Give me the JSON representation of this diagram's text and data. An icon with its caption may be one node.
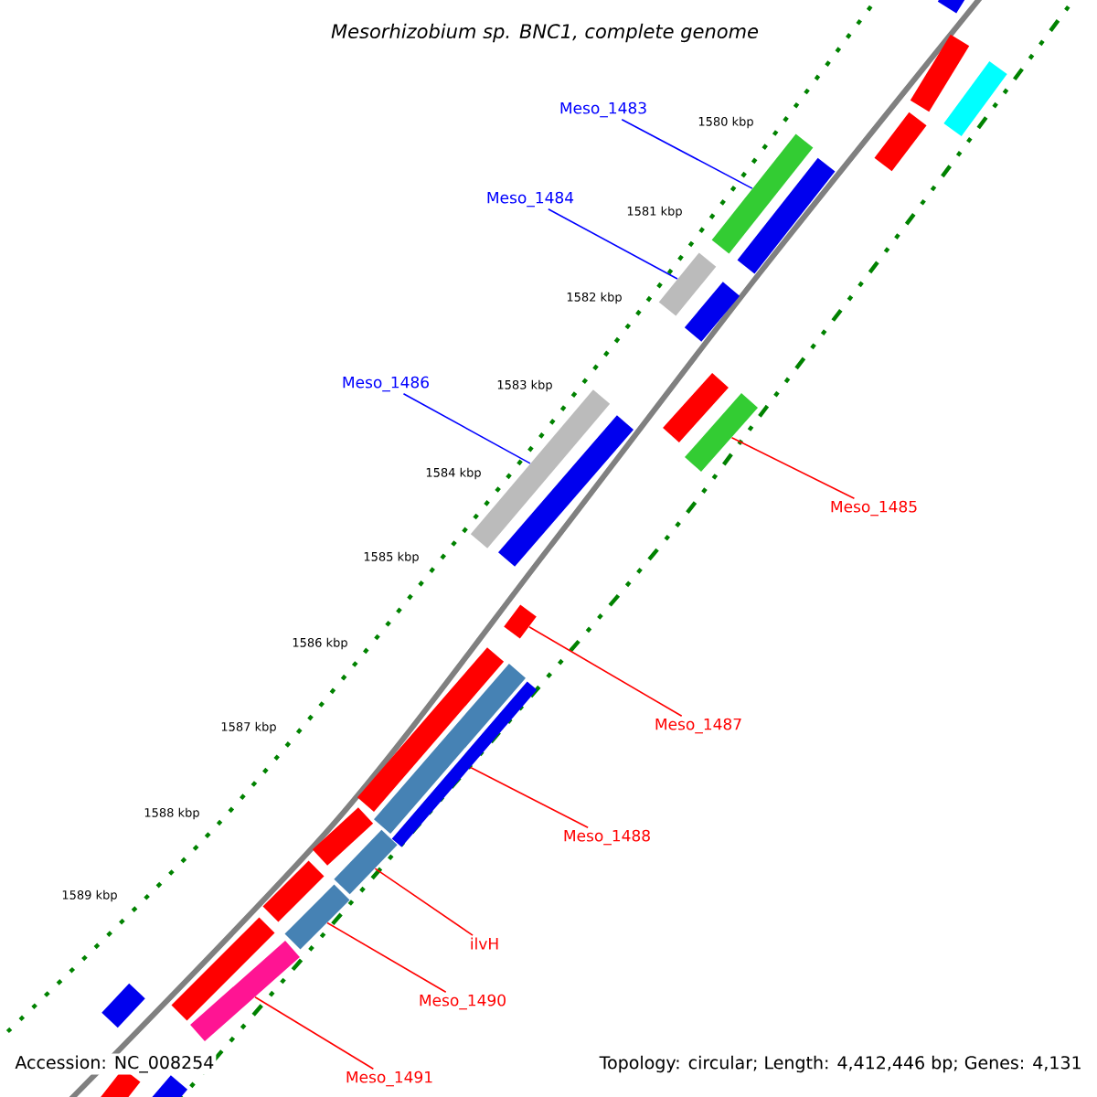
{
  "diagram": {
    "title": "Mesorhizobium sp. BNC1, complete genome",
    "nodes": [
      {
        "text": [
          "Meso_1483"
        ]
      },
      {
        "text": [],
        "shape": "bar"
      },
      {
        "text": [
          "Meso_1484"
        ]
      },
      {
        "text": [],
        "shape": "bar"
      },
      {
        "text": [
          "Meso_1486"
        ]
      },
      {
        "text": [],
        "shape": "bar"
      },
      {
        "text": [
          "Meso_1485"
        ]
      },
      {
        "text": [],
        "shape": "bar"
      },
      {
        "text": [
          "Meso_1487"
        ]
      },
      {
        "text": [],
        "shape": "bar"
      },
      {
        "text": [
          "Meso_1488"
        ]
      },
      {
        "text": [],
        "shape": "bar"
      },
      {
        "text": [
          "ilvH"
        ]
      },
      {
        "text": [],
        "shape": "bar"
      },
      {
        "text": [
          "Meso_1490"
        ]
      },
      {
        "text": [],
        "shape": "bar"
      },
      {
        "text": [
          "Meso_1491"
        ]
      },
      {
        "text": [],
        "shape": "bar"
      },
      {
        "text": [],
        "shape": "bar"
      },
      {
        "text": [],
        "shape": "bar"
      },
      {
        "text": [],
        "shape": "bar"
      },
      {
        "text": [],
        "shape": "bar"
      },
      {
        "text": [],
        "shape": "bar"
      },
      {
        "text": [],
        "shape": "bar"
      },
      {
        "text": [],
        "shape": "bar"
      },
      {
        "text": [],
        "shape": "bar"
      },
      {
        "text": [],
        "shape": "bar"
      },
      {
        "text": [],
        "shape": "bar"
      },
      {
        "text": [],
        "shape": "bar"
      },
      {
        "text": [],
        "shape": "bar"
      },
      {
        "text": [],
        "shape": "bar"
      },
      {
        "text": [],
        "shape": "bar"
      },
      {
        "text": [],
        "shape": "bar"
      },
      {
        "text": [],
        "shape": "bar"
      }
    ],
    "edges": [
      {
        "from": 0,
        "to": 1,
        "arrow": "none",
        "color": "#0000ff"
      },
      {
        "from": 2,
        "to": 3,
        "arrow": "none",
        "color": "#0000ff"
      },
      {
        "from": 4,
        "to": 5,
        "arrow": "none",
        "color": "#0000ff"
      },
      {
        "from": 6,
        "to": 7,
        "arrow": "none"
      },
      {
        "from": 8,
        "to": 9,
        "arrow": "none"
      },
      {
        "from": 10,
        "to": 11,
        "arrow": "none"
      },
      {
        "from": 12,
        "to": 13,
        "arrow": "none"
      },
      {
        "from": 14,
        "to": 15,
        "arrow": "none"
      },
      {
        "from": 16,
        "to": 17,
        "arrow": "none"
      }
    ],
    "labels": [
      "1580 kbp",
      "1581 kbp",
      "1582 kbp",
      "1583 kbp",
      "1584 kbp",
      "1585 kbp",
      "1586 kbp",
      "1587 kbp",
      "1588 kbp",
      "1589 kbp",
      "Accession: NC_008254",
      "Topology: circular; Length: 4,412,446 bp; Genes: 4,131"
    ]
  }
}
